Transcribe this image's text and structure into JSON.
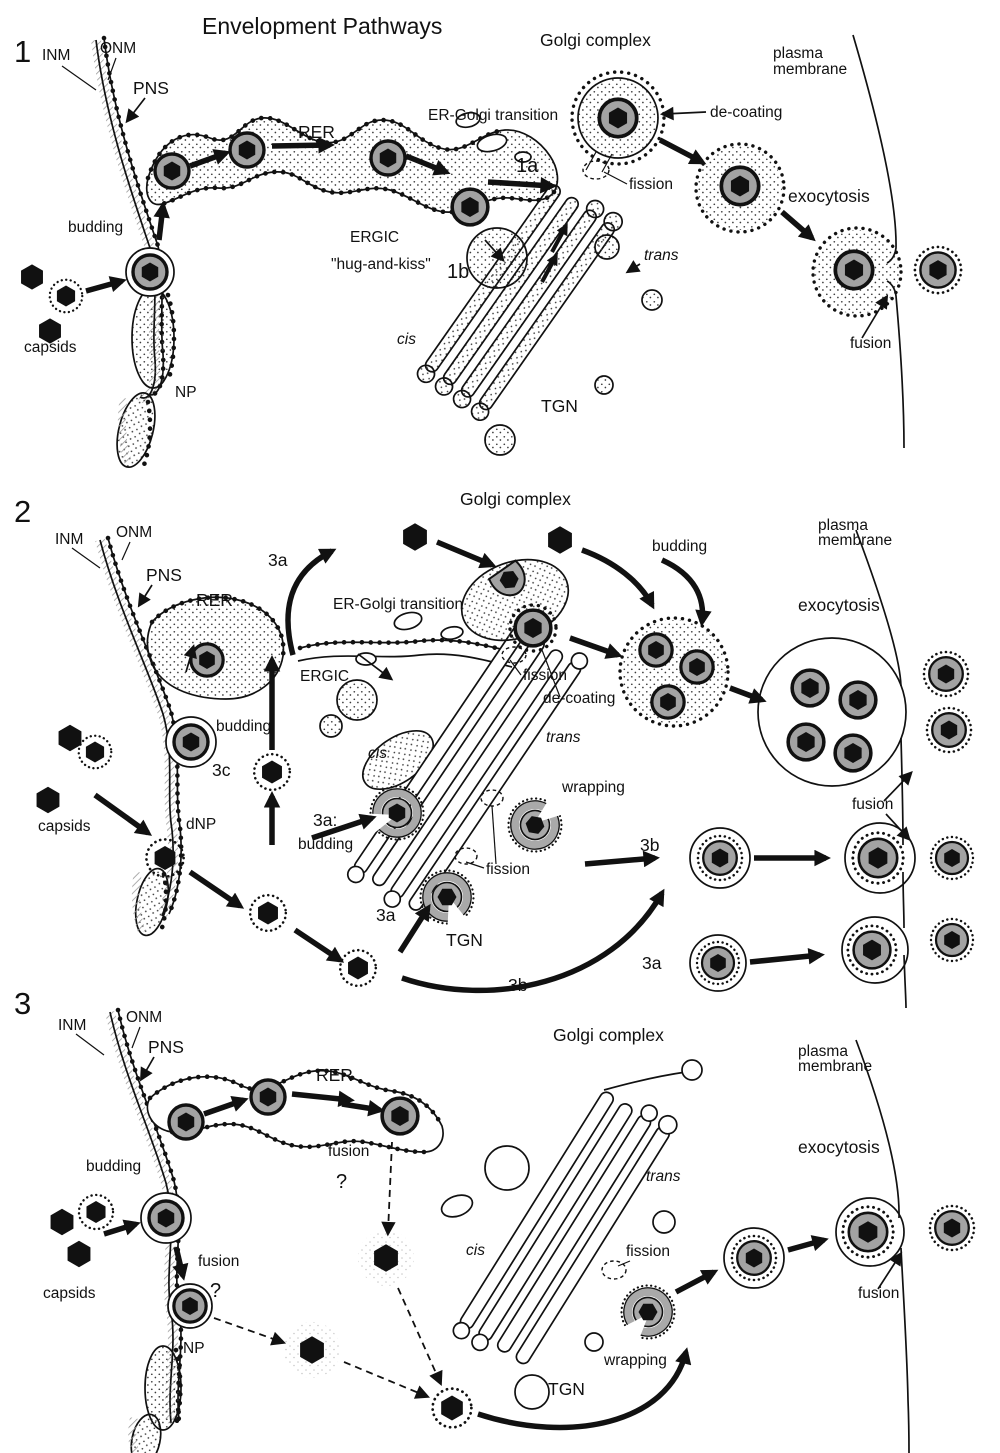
{
  "title": "Envelopment Pathways",
  "colors": {
    "ink": "#111111",
    "envelope_gray": "#a3a3a3"
  },
  "panel1": {
    "number": "1",
    "inm": "INM",
    "onm": "ONM",
    "pns": "PNS",
    "rer": "RER",
    "er_golgi_transition": "ER-Golgi transition",
    "golgi_complex": "Golgi complex",
    "plasma_membrane": [
      "plasma",
      "membrane"
    ],
    "de_coating": "de-coating",
    "step_1a": "1a",
    "fission": "fission",
    "exocytosis": "exocytosis",
    "ergic": "ERGIC",
    "hug_and_kiss": "\"hug-and-kiss\"",
    "step_1b": "1b",
    "trans": "trans",
    "cis": "cis",
    "budding": "budding",
    "capsids": "capsids",
    "np": "NP",
    "tgn": "TGN",
    "fusion": "fusion"
  },
  "panel2": {
    "number": "2",
    "golgi_complex": "Golgi complex",
    "inm": "INM",
    "onm": "ONM",
    "pns": "PNS",
    "rer": "RER",
    "step_3a_up": "3a",
    "er_golgi_transition": "ER-Golgi transition",
    "budding_top": "budding",
    "plasma_membrane": [
      "plasma",
      "membrane"
    ],
    "exocytosis": "exocytosis",
    "ergic": "ERGIC",
    "fission_golgi": "fission",
    "de_coating": "de-coating",
    "trans": "trans",
    "cis": "cis",
    "budding_inm": "budding",
    "step_3c": "3c",
    "capsids": "capsids",
    "dnp": "dNP",
    "step_3a_colon": "3a:",
    "budding_3a": "budding",
    "wrapping": "wrapping",
    "fission_tgn": "fission",
    "step_3b_right": "3b",
    "fusion": "fusion",
    "step_3a_tgn": "3a",
    "tgn": "TGN",
    "step_3b_bottom": "3b",
    "step_3a_bottom": "3a"
  },
  "panel3": {
    "number": "3",
    "inm": "INM",
    "onm": "ONM",
    "pns": "PNS",
    "rer": "RER",
    "golgi_complex": "Golgi complex",
    "plasma_membrane": [
      "plasma",
      "membrane"
    ],
    "exocytosis": "exocytosis",
    "fusion_rer": "fusion",
    "question_rer": "?",
    "trans": "trans",
    "cis": "cis",
    "fission": "fission",
    "budding": "budding",
    "capsids": "capsids",
    "fusion_inm": "fusion",
    "question_inm": "?",
    "np": "NP",
    "tgn": "TGN",
    "wrapping": "wrapping",
    "fusion_pm": "fusion"
  }
}
